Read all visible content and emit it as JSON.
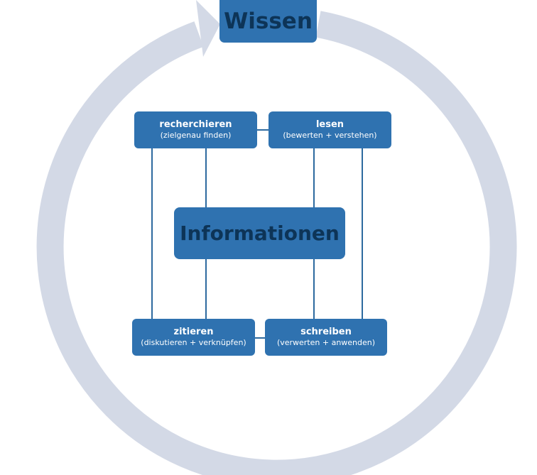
{
  "diagram": {
    "center": {
      "label": "Informationen"
    },
    "top": {
      "label": "Wissen"
    },
    "nodes": {
      "recherchieren": {
        "title": "recherchieren",
        "subtitle": "(zielgenau finden)"
      },
      "lesen": {
        "title": "lesen",
        "subtitle": "(bewerten  + verstehen)"
      },
      "zitieren": {
        "title": "zitieren",
        "subtitle": "(diskutieren + verknüpfen)"
      },
      "schreiben": {
        "title": "schreiben",
        "subtitle": "(verwerten  + anwenden)"
      }
    },
    "colors": {
      "box_fill": "#2f72b0",
      "cycle_arrow": "#d3d9e6",
      "connector": "#2d6a9f",
      "heading_text": "#0d3457",
      "box_text": "#ffffff"
    }
  }
}
